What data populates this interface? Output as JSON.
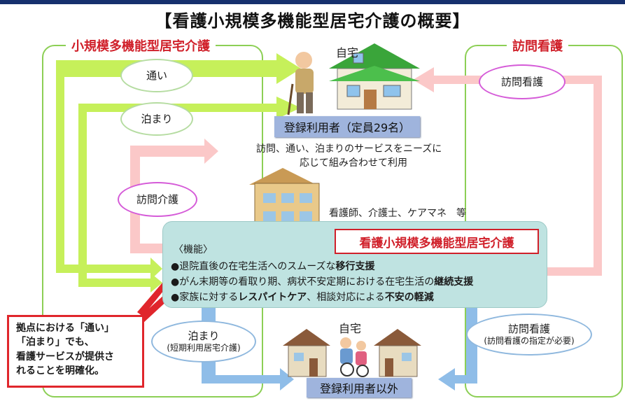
{
  "title": "【看護小規模多機能型居宅介護の概要】",
  "left_panel": {
    "title": "小規模多機能型居宅介護",
    "services": [
      "通い",
      "泊まり",
      "訪問介護"
    ]
  },
  "right_panel": {
    "title": "訪問看護",
    "top_oval": "訪問看護",
    "bottom_oval_line1": "訪問看護",
    "bottom_oval_line2": "(訪問看護の指定が必要)"
  },
  "home_top": {
    "label": "自宅",
    "registered_users": "登録利用者（定員29名）",
    "description_line1": "訪問、通い、泊まりのサービスをニーズに",
    "description_line2": "応じて組み合わせて利用"
  },
  "staff": "看護師、介護士、ケアマネ　等",
  "facility": {
    "name": "看護小規模多機能型居宅介護",
    "functions_heading": "〈機能〉",
    "functions": [
      {
        "pre": "●退院直後の在宅生活へのスムーズな",
        "bold": "移行支援",
        "post": ""
      },
      {
        "pre": "●がん末期等の看取り期、病状不安定期における在宅生活の",
        "bold": "継続支援",
        "post": ""
      },
      {
        "pre": "●家族に対する",
        "bold": "レスパイトケア",
        "post": "、相談対応による",
        "bold2": "不安の軽減"
      }
    ]
  },
  "home_bottom": {
    "label": "自宅",
    "non_registered": "登録利用者以外",
    "stay_line1": "泊まり",
    "stay_line2": "(短期利用居宅介護)"
  },
  "callout": {
    "lines": [
      "拠点における「通い」",
      "「泊まり」でも、",
      "看護サービスが提供さ",
      "れることを明確化。"
    ]
  },
  "colors": {
    "green_arrow": "#c6f05a",
    "pink_arrow": "#fbc8c8",
    "blue_arrow": "#8fbde8",
    "panel_border": "#8ccf55",
    "accent_red": "#d0202a",
    "facility_bg": "#bfe3e1",
    "label_blue": "#9fb4dd"
  }
}
